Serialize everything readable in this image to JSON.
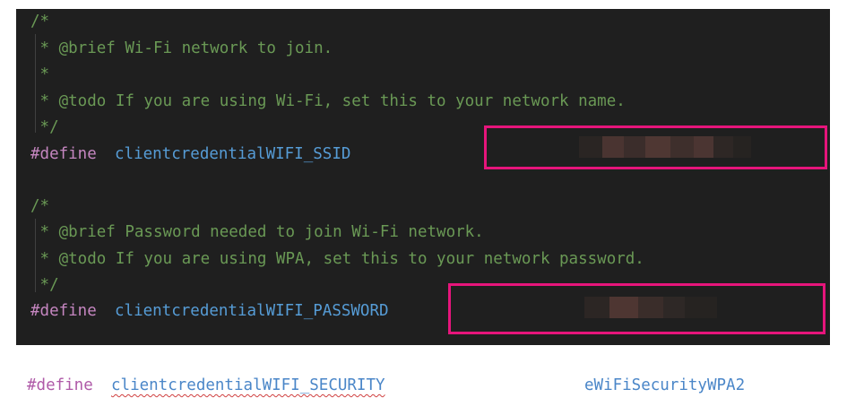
{
  "editor": {
    "lines": [
      "/*",
      " * @brief Wi-Fi network to join.",
      " *",
      " * @todo If you are using Wi-Fi, set this to your network name.",
      " */",
      "#define",
      "clientcredentialWIFI_SSID",
      "/*",
      " * @brief Password needed to join Wi-Fi network.",
      " * @todo If you are using WPA, set this to your network password.",
      " */",
      "#define",
      "clientcredentialWIFI_PASSWORD"
    ]
  },
  "bottom": {
    "keyword": "#define",
    "identifier": "clientcredentialWIFI_SECURITY",
    "value": "eWiFiSecurityWPA2"
  },
  "colors": {
    "editor_background": "#1f1f1f",
    "comment": "#6a9955",
    "keyword": "#c586c0",
    "identifier": "#569cd6",
    "highlight_box": "#e6157b"
  }
}
